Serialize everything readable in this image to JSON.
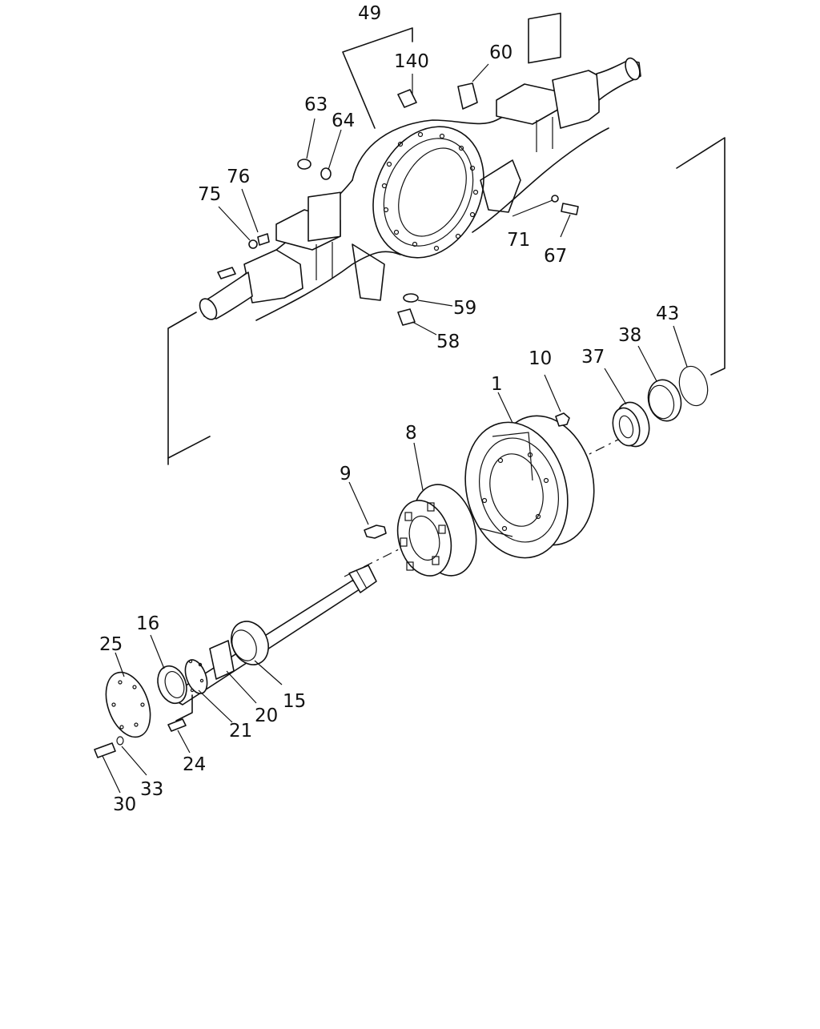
{
  "labels": {
    "p49": "49",
    "p140": "140",
    "p60": "60",
    "p63": "63",
    "p64": "64",
    "p76": "76",
    "p75": "75",
    "p71": "71",
    "p67": "67",
    "p59": "59",
    "p58": "58",
    "p10": "10",
    "p37": "37",
    "p38": "38",
    "p43": "43",
    "p1": "1",
    "p8": "8",
    "p9": "9",
    "p16": "16",
    "p25": "25",
    "p15": "15",
    "p20": "20",
    "p21": "21",
    "p24": "24",
    "p33": "33",
    "p30": "30"
  }
}
